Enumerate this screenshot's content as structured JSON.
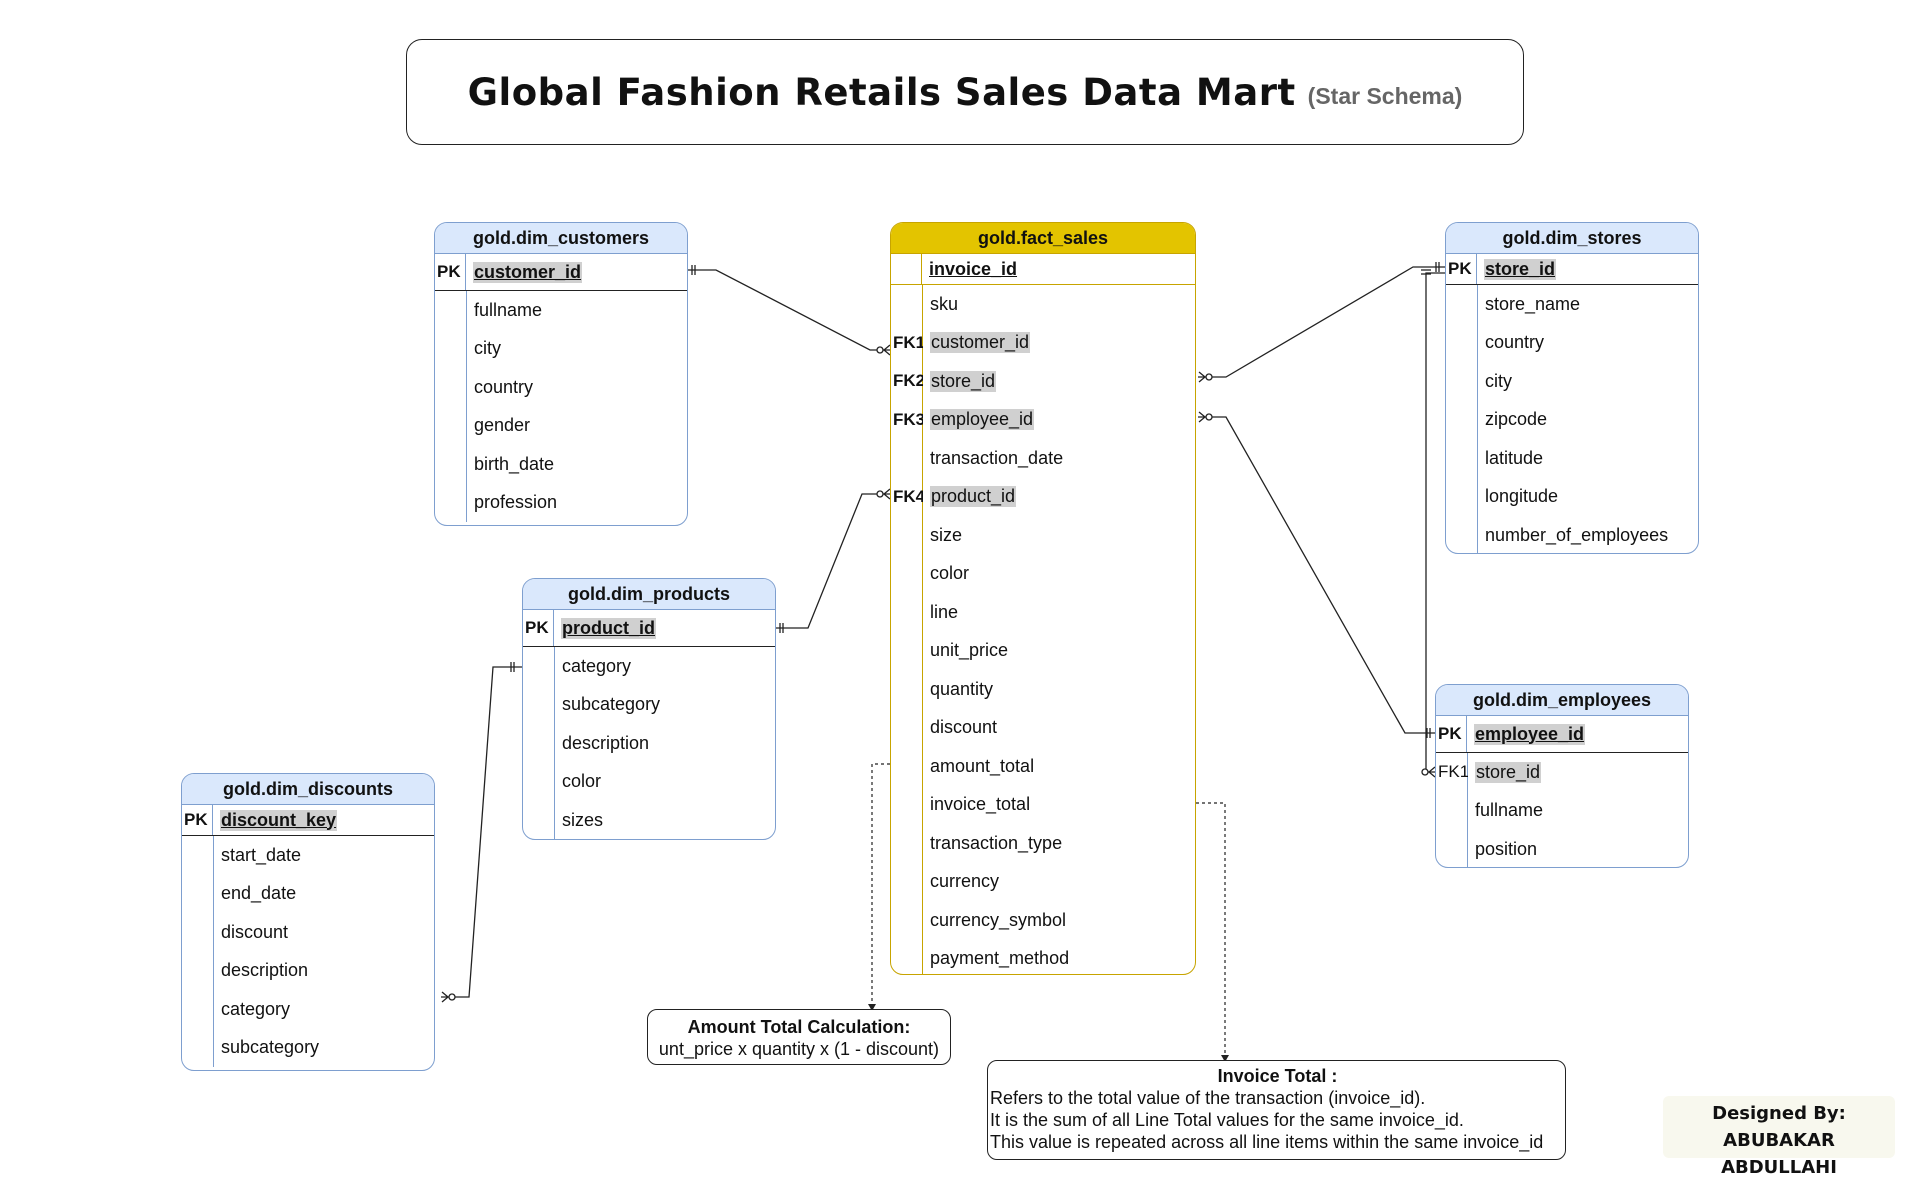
{
  "title": {
    "main": "Global Fashion Retails Sales Data Mart",
    "sub": "(Star Schema)"
  },
  "tables": {
    "customers": {
      "name": "gold.dim_customers",
      "pk_label": "PK",
      "pk": "customer_id",
      "fields": [
        "fullname",
        "city",
        "country",
        "gender",
        "birth_date",
        "profession"
      ]
    },
    "fact": {
      "name": "gold.fact_sales",
      "pk": "invoice_id",
      "fields": [
        "sku",
        "customer_id",
        "store_id",
        "employee_id",
        "transaction_date",
        "product_id",
        "size",
        "color",
        "line",
        "unit_price",
        "quantity",
        "discount",
        "amount_total",
        "invoice_total",
        "transaction_type",
        "currency",
        "currency_symbol",
        "payment_method"
      ],
      "fk_labels": {
        "customer_id": "FK1",
        "store_id": "FK2",
        "employee_id": "FK3",
        "product_id": "FK4"
      }
    },
    "stores": {
      "name": "gold.dim_stores",
      "pk_label": "PK",
      "pk": "store_id",
      "fields": [
        "store_name",
        "country",
        "city",
        "zipcode",
        "latitude",
        "longitude",
        "number_of_employees"
      ]
    },
    "products": {
      "name": "gold.dim_products",
      "pk_label": "PK",
      "pk": "product_id",
      "fields": [
        "category",
        "subcategory",
        "description",
        "color",
        "sizes"
      ]
    },
    "employees": {
      "name": "gold.dim_employees",
      "pk_label": "PK",
      "pk": "employee_id",
      "fields": [
        "store_id",
        "fullname",
        "position"
      ],
      "fk_labels": {
        "store_id": "FK1"
      }
    },
    "discounts": {
      "name": "gold.dim_discounts",
      "pk_label": "PK",
      "pk": "discount_key",
      "fields": [
        "start_date",
        "end_date",
        "discount",
        "description",
        "category",
        "subcategory"
      ]
    }
  },
  "notes": {
    "amount": {
      "title": "Amount Total Calculation:",
      "body": "unt_price x quantity x (1 - discount)"
    },
    "invoice": {
      "title": "Invoice Total :",
      "lines": [
        "Refers to the total value of the transaction (invoice_id).",
        "It is the sum of all Line Total values for the same invoice_id.",
        "This value is repeated across all line items within the same invoice_id"
      ]
    }
  },
  "credit": {
    "line1": "Designed By:",
    "line2": "ABUBAKAR ABDULLAHI"
  }
}
